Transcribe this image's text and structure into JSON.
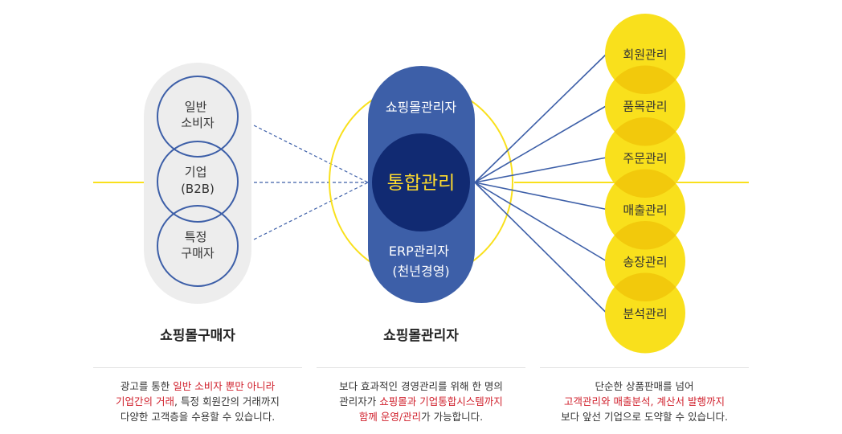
{
  "left": {
    "circles": [
      "일반\n소비자",
      "기업\n(B2B)",
      "특정\n구매자"
    ],
    "title": "쇼핑몰구매자",
    "desc": [
      [
        {
          "t": "광고를 통한 "
        },
        {
          "t": "일반 소비자 뿐만 아니라",
          "hl": true
        }
      ],
      [
        {
          "t": "기업간의 거래",
          "hl": true
        },
        {
          "t": ", 특정 회원간의 거래까지"
        }
      ],
      [
        {
          "t": "다양한 고객층을 수용할 수 있습니다."
        }
      ]
    ]
  },
  "center": {
    "top_label": "쇼핑몰관리자",
    "core_label": "통합관리",
    "bottom_label": "ERP관리자\n(천년경영)",
    "title": "쇼핑몰관리자",
    "desc": [
      [
        {
          "t": "보다 효과적인 경영관리를 위해 한 명의"
        }
      ],
      [
        {
          "t": "관리자가 "
        },
        {
          "t": "쇼핑몰과 기업통합시스템까지",
          "hl": true
        }
      ],
      [
        {
          "t": "함께 운영/관리",
          "hl": true
        },
        {
          "t": "가 가능합니다."
        }
      ]
    ]
  },
  "right": {
    "items": [
      "회원관리",
      "품목관리",
      "주문관리",
      "매출관리",
      "송장관리",
      "분석관리"
    ],
    "desc": [
      [
        {
          "t": "단순한 상품판매를 넘어"
        }
      ],
      [
        {
          "t": "고객관리와 매출분석, 계산서 발행까지",
          "hl": true
        }
      ],
      [
        {
          "t": "보다 앞선 기업으로 도약할 수 있습니다."
        }
      ]
    ]
  },
  "colors": {
    "yellow": "#f9e01c",
    "yellow_overlap": "#f2c90c",
    "blue": "#3d5fa8",
    "navy": "#112a72",
    "gray_pill": "#ededed",
    "highlight": "#d0202c",
    "core_text": "#ffdc2e"
  }
}
